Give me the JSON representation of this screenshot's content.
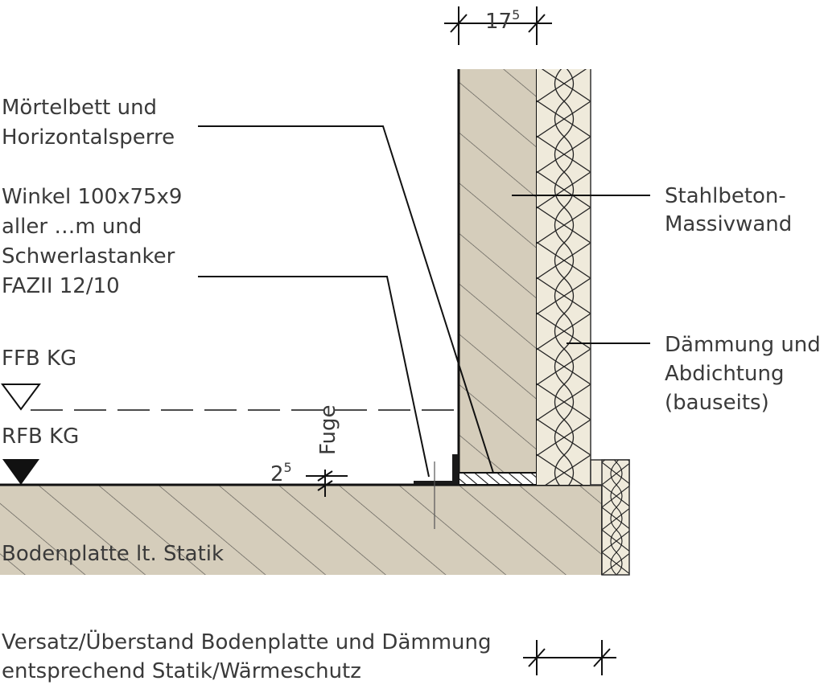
{
  "dimensions": {
    "wall_thickness": "17",
    "wall_thickness_sup": "5",
    "joint_gap": "2",
    "joint_gap_sup": "5",
    "joint_label": "Fuge"
  },
  "labels": {
    "mortar": [
      "Mörtelbett und",
      "Horizontalsperre"
    ],
    "angle": [
      "Winkel  100x75x9",
      "aller  …m und",
      "Schwerlastanker",
      "FAZII 12/10"
    ],
    "wall": [
      "Stahlbeton-",
      "Massivwand"
    ],
    "insulation": [
      "Dämmung und",
      "Abdichtung",
      "(bauseits)"
    ],
    "ffb": "FFB KG",
    "rfb": "RFB KG",
    "slab": "Bodenplatte lt. Statik",
    "note": [
      "Versatz/Überstand Bodenplatte und Dämmung",
      "entsprechend Statik/Wärmeschutz"
    ]
  },
  "colors": {
    "concrete": "#d5cdbb",
    "insulation": "#efeadb",
    "line": "#111111",
    "text": "#3a3a3a"
  }
}
